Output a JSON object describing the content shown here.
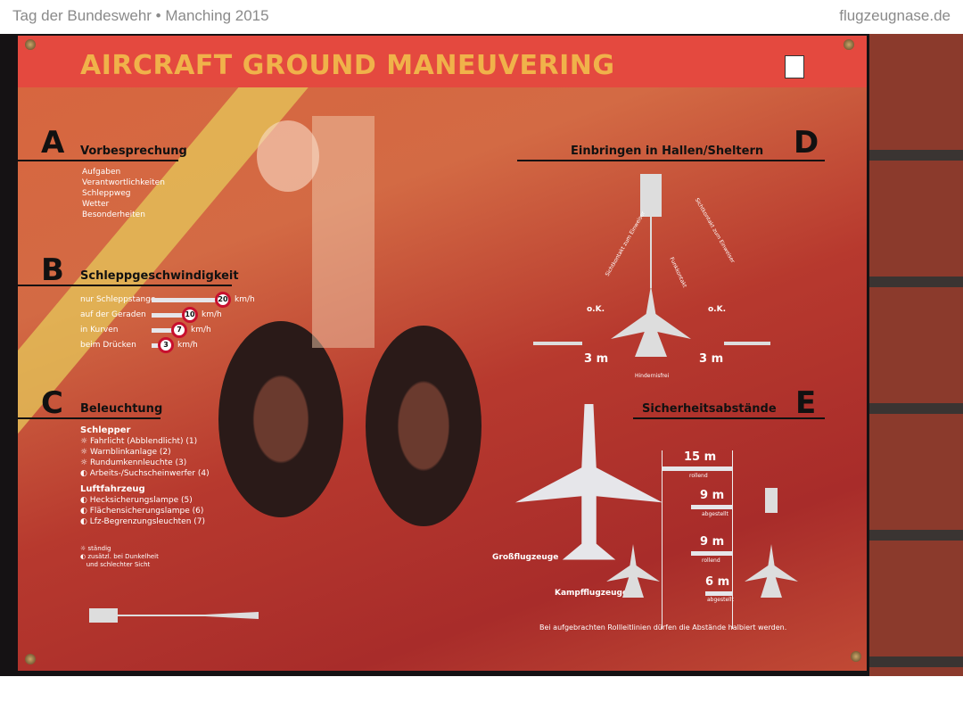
{
  "header": {
    "left": "Tag der Bundeswehr • Manching 2015",
    "right": "flugzeugnase.de"
  },
  "poster": {
    "title": "AIRCRAFT GROUND MANEUVERING",
    "A": {
      "letter": "A",
      "heading": "Vorbesprechung",
      "items": [
        "Aufgaben",
        "Verantwortlichkeiten",
        "Schleppweg",
        "Wetter",
        "Besonderheiten"
      ]
    },
    "B": {
      "letter": "B",
      "heading": "Schleppgeschwindigkeit",
      "unit": "km/h",
      "rows": [
        {
          "label": "nur Schleppstange",
          "value": "20",
          "fraction": 1.0
        },
        {
          "label": "auf der Geraden",
          "value": "10",
          "fraction": 0.5
        },
        {
          "label": "in Kurven",
          "value": "7",
          "fraction": 0.35
        },
        {
          "label": "beim Drücken",
          "value": "3",
          "fraction": 0.15
        }
      ]
    },
    "C": {
      "letter": "C",
      "heading": "Beleuchtung",
      "group1": "Schlepper",
      "items1": [
        "Fahrlicht (Abblendlicht)  (1)",
        "Warnblinkanlage  (2)",
        "Rundumkennleuchte  (3)",
        "Arbeits-/Suchscheinwerfer  (4)"
      ],
      "group2": "Luftfahrzeug",
      "items2": [
        "Hecksicherungslampe  (5)",
        "Flächensicherungslampe  (6)",
        "Lfz-Begrenzungsleuchten  (7)"
      ],
      "legend1": "ständig",
      "legend2": "zusätzl. bei Dunkelheit",
      "legend3": "und schlechter Sicht"
    },
    "D": {
      "letter": "D",
      "heading": "Einbringen in Hallen/Sheltern",
      "ok": "o.K.",
      "dist": "3 m",
      "clear": "Hindernisfrei",
      "sight": "Sichtkontakt zum Einweiser",
      "radio": "Funkkontakt"
    },
    "E": {
      "letter": "E",
      "heading": "Sicherheitsabstände",
      "large": "Großflugzeuge",
      "combat": "Kampfflugzeuge",
      "d1": "15 m",
      "d1s": "rollend",
      "d2": "9 m",
      "d2s": "abgestellt",
      "d3": "9 m",
      "d3s": "rollend",
      "d4": "6 m",
      "d4s": "abgestellt",
      "note": "Bei aufgebrachten Rollleitlinien dürfen die Abstände halbiert werden."
    }
  }
}
